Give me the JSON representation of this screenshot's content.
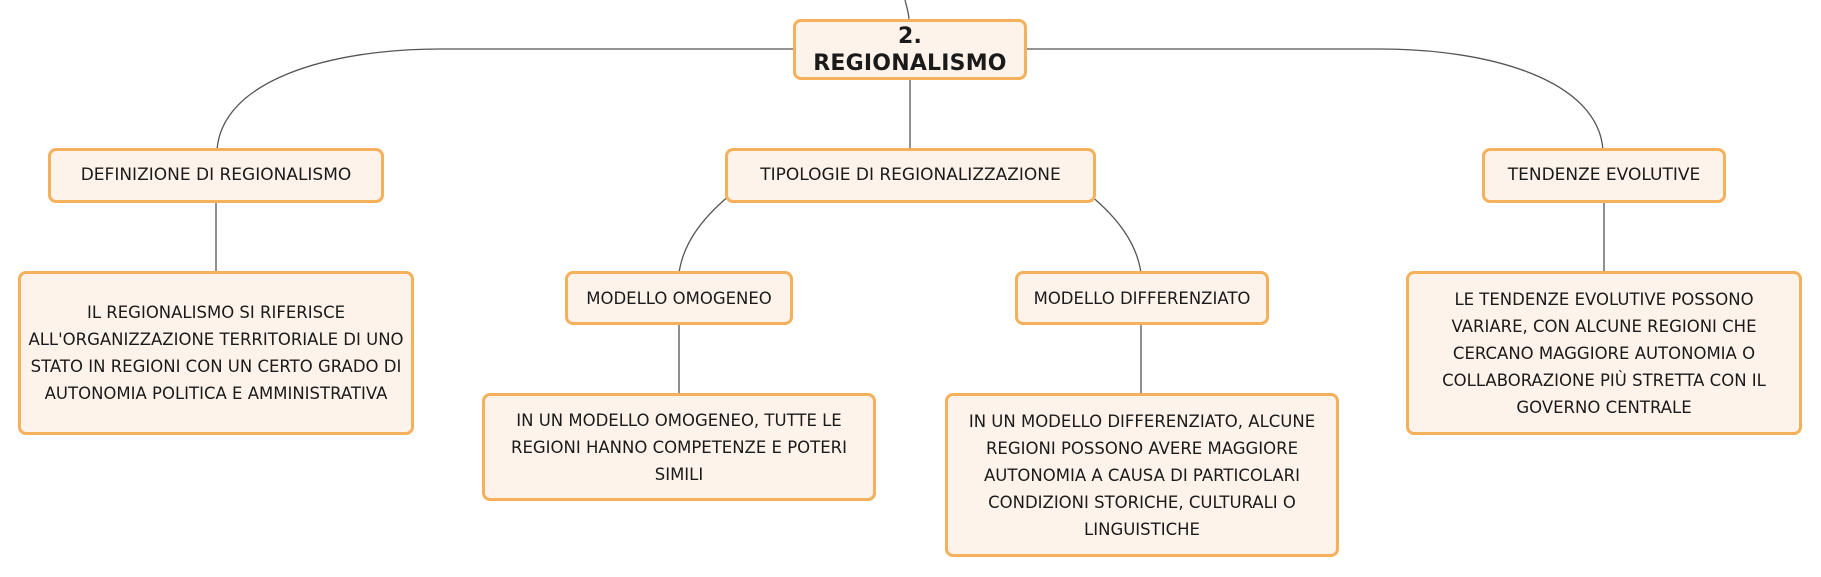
{
  "diagram": {
    "root": "2. REGIONALISMO",
    "branches": {
      "definizione": {
        "label": "DEFINIZIONE DI REGIONALISMO",
        "detail": "IL REGIONALISMO SI RIFERISCE ALL'ORGANIZZAZIONE TERRITORIALE DI UNO STATO IN REGIONI CON UN CERTO GRADO DI AUTONOMIA POLITICA E AMMINISTRATIVA"
      },
      "tipologie": {
        "label": "TIPOLOGIE DI REGIONALIZZAZIONE",
        "omogeneo": {
          "label": "MODELLO OMOGENEO",
          "detail": "IN UN MODELLO OMOGENEO, TUTTE LE REGIONI HANNO COMPETENZE E POTERI SIMILI"
        },
        "differenziato": {
          "label": "MODELLO DIFFERENZIATO",
          "detail": "IN UN MODELLO DIFFERENZIATO, ALCUNE REGIONI POSSONO AVERE MAGGIORE AUTONOMIA A CAUSA DI PARTICOLARI CONDIZIONI STORICHE, CULTURALI O LINGUISTICHE"
        }
      },
      "tendenze": {
        "label": "TENDENZE EVOLUTIVE",
        "detail": "LE TENDENZE EVOLUTIVE POSSONO VARIARE, CON ALCUNE REGIONI CHE CERCANO MAGGIORE AUTONOMIA O COLLABORAZIONE PIÙ STRETTA CON IL GOVERNO CENTRALE"
      }
    },
    "colors": {
      "node_fill": "#fdf3ea",
      "node_border": "#f4b05a",
      "connector": "#555555"
    }
  }
}
